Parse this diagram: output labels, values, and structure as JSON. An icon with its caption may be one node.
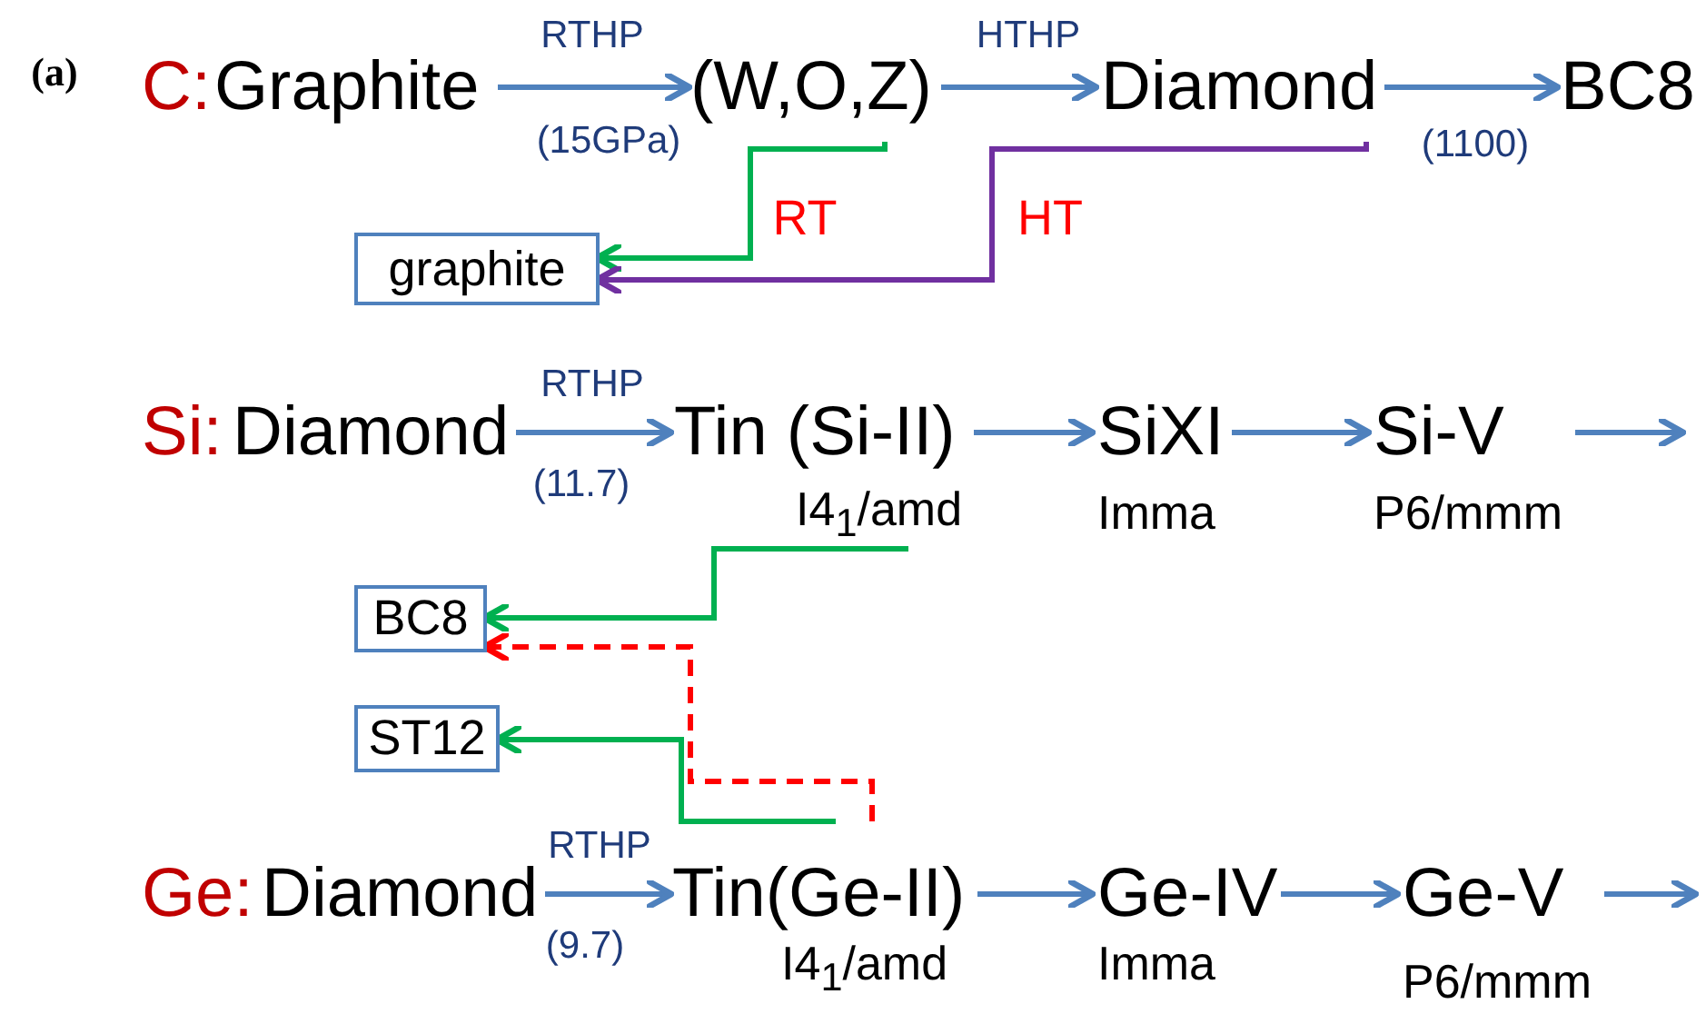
{
  "diagram": {
    "nodes": [
      {
        "text": [
          "C:",
          "Graphite"
        ]
      },
      {
        "text": [
          "(W,O,Z)"
        ]
      },
      {
        "text": [
          "Diamond"
        ]
      },
      {
        "text": [
          "BC8"
        ]
      },
      {
        "text": [
          "graphite"
        ]
      },
      {
        "text": [
          "Si:",
          "Diamond"
        ]
      },
      {
        "text": [
          "Tin (Si-II)"
        ],
        "beside": [
          "I4$_{1}$/amd"
        ]
      },
      {
        "text": [
          "SiXI"
        ],
        "beside": [
          "Imma"
        ]
      },
      {
        "text": [
          "Si-V"
        ],
        "beside": [
          "P6/mmm"
        ]
      },
      {
        "text": [
          "BC8"
        ]
      },
      {
        "text": [
          "ST12"
        ]
      },
      {
        "text": [
          "Ge:",
          "Diamond"
        ]
      },
      {
        "text": [
          "Tin(Ge-II)"
        ],
        "beside": [
          "I4$_{1}$/amd"
        ]
      },
      {
        "text": [
          "Ge-IV"
        ],
        "beside": [
          "Imma"
        ]
      },
      {
        "text": [
          "Ge-V"
        ],
        "beside": [
          "P6/mmm"
        ]
      }
    ],
    "edges": [
      {
        "from": 0,
        "to": 1,
        "arrow": "to",
        "label": "RTHP"
      },
      {
        "from": 1,
        "to": 2,
        "arrow": "to",
        "label": "HTHP"
      },
      {
        "from": 2,
        "to": 3,
        "arrow": "to"
      },
      {
        "from": 1,
        "to": 4,
        "arrow": "to",
        "label": "RT",
        "color": "#00b050"
      },
      {
        "from": 2,
        "to": 4,
        "arrow": "to",
        "label": "HT",
        "color": "#7030a0"
      },
      {
        "from": 5,
        "to": 6,
        "arrow": "to",
        "label": "RTHP"
      },
      {
        "from": 6,
        "to": 7,
        "arrow": "to"
      },
      {
        "from": 7,
        "to": 8,
        "arrow": "to"
      },
      {
        "from": 8,
        "to": null,
        "arrow": "to"
      },
      {
        "from": 6,
        "to": 9,
        "arrow": "to",
        "color": "#00b050"
      },
      {
        "from": 12,
        "to": 9,
        "arrow": "to",
        "style": "dashed",
        "color": "#ff0000"
      },
      {
        "from": 12,
        "to": 10,
        "arrow": "to",
        "color": "#00b050"
      },
      {
        "from": 11,
        "to": 12,
        "arrow": "to",
        "label": "RTHP"
      },
      {
        "from": 12,
        "to": 13,
        "arrow": "to"
      },
      {
        "from": 13,
        "to": 14,
        "arrow": "to"
      },
      {
        "from": 14,
        "to": null,
        "arrow": "to"
      }
    ],
    "labels": [
      "(a)",
      "(15GPa)",
      "(1100)",
      "(11.7)",
      "(9.7)"
    ]
  }
}
